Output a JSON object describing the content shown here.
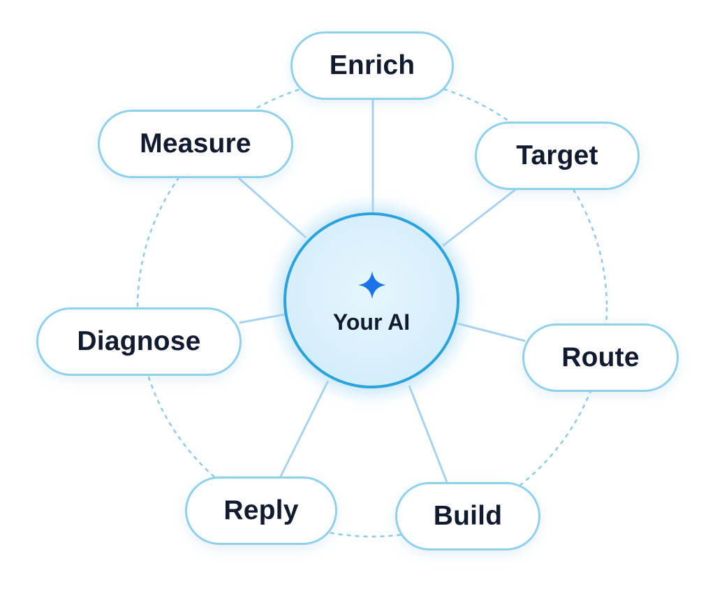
{
  "diagram": {
    "hub": {
      "label": "Your AI",
      "icon": "sparkle-icon",
      "accent_color": "#1a73e8",
      "ring_color": "#2aa3dd"
    },
    "nodes": [
      {
        "id": "enrich",
        "label": "Enrich"
      },
      {
        "id": "target",
        "label": "Target"
      },
      {
        "id": "route",
        "label": "Route"
      },
      {
        "id": "build",
        "label": "Build"
      },
      {
        "id": "reply",
        "label": "Reply"
      },
      {
        "id": "diagnose",
        "label": "Diagnose"
      },
      {
        "id": "measure",
        "label": "Measure"
      }
    ],
    "colors": {
      "pill_border": "#8fd0ea",
      "connector": "#a9d2ef",
      "orbit_dashed": "#8ecbe8",
      "text": "#111a2e"
    }
  }
}
